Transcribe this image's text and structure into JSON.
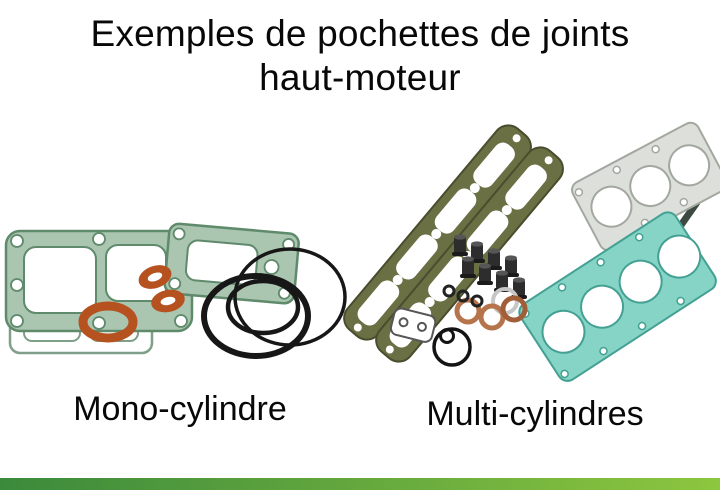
{
  "page": {
    "title_line1": "Exemples de pochettes de joints",
    "title_line2": "haut-moteur"
  },
  "captions": {
    "mono": "Mono-cylindre",
    "multi": "Multi-cylindres"
  },
  "illustration": {
    "left_set": "mono-cylinder-gasket-kit-photo",
    "right_set": "multi-cylinder-gasket-kit-photo",
    "items": [
      "base-gasket-green",
      "head-gasket-green",
      "exhaust-gaskets-orange",
      "o-rings-black",
      "valve-cover-gaskets-olive",
      "head-gasket-teal",
      "head-gasket-gray",
      "valve-stem-seals",
      "copper-washers",
      "small-o-rings",
      "small-gasket-two-holes"
    ]
  },
  "colors": {
    "background": "#ffffff",
    "text": "#080808",
    "gasket_green": "#aac5b0",
    "gasket_green_outline": "#5f8a6b",
    "gasket_teal": "#85d4c6",
    "gasket_olive": "#6a6f44",
    "gasket_gray": "#dcdfda",
    "orange_gasket": "#b5521f",
    "copper_washer": "#b5744b",
    "o_ring_black": "#161616",
    "footer_green_start": "#3b8a3c",
    "footer_green_end": "#8dc63f"
  }
}
